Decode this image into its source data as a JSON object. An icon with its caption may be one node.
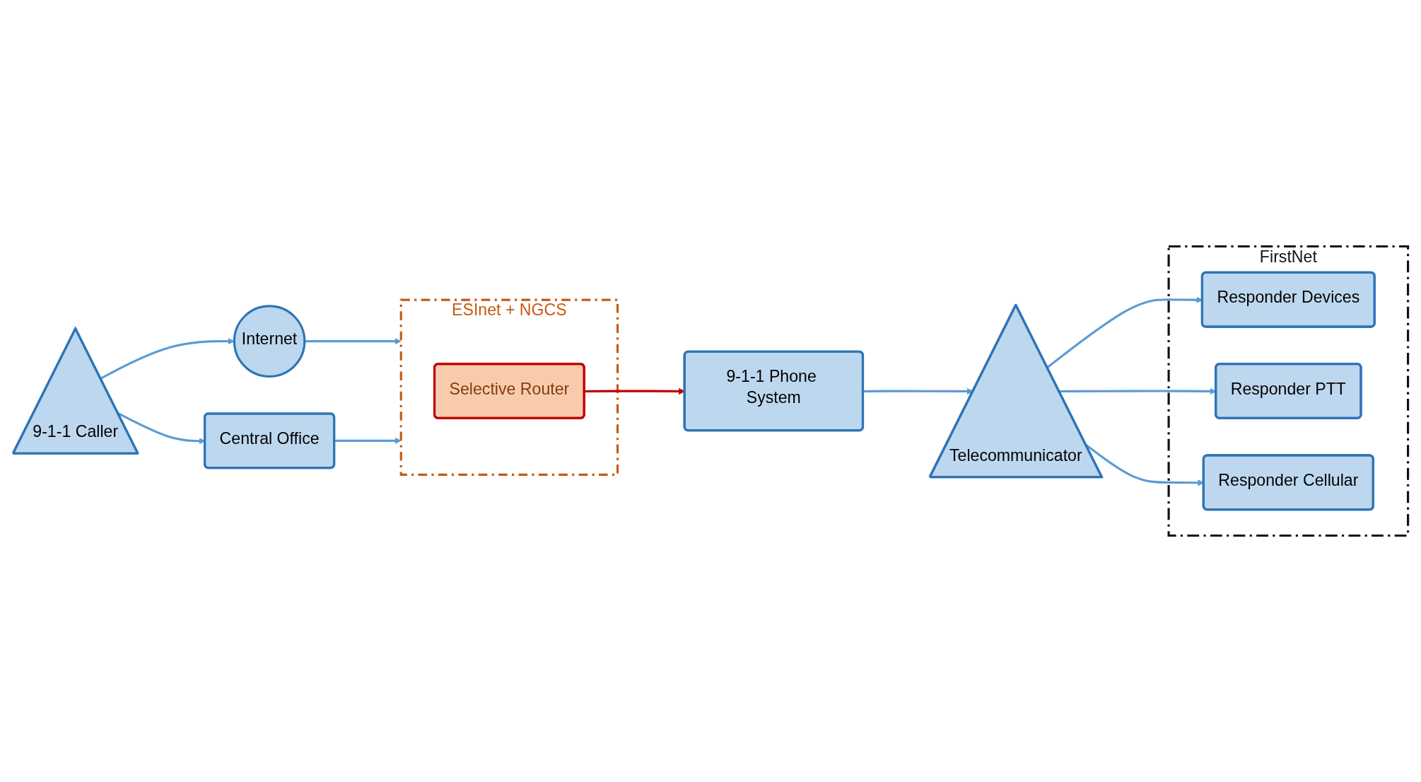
{
  "diagram": {
    "nodes": [
      {
        "text": [
          "9-1-1 Caller"
        ]
      },
      {
        "text": [
          "Internet"
        ]
      },
      {
        "text": [
          "Central Office"
        ]
      },
      {
        "text": [
          "ESInet + NGCS"
        ]
      },
      {
        "text": [
          "Selective Router"
        ],
        "in": 3
      },
      {
        "text": [
          "9-1-1 Phone System"
        ]
      },
      {
        "text": [
          "Telecommunicator"
        ]
      },
      {
        "text": [
          "FirstNet"
        ]
      },
      {
        "text": [
          "Responder Devices"
        ],
        "in": 7
      },
      {
        "text": [
          "Responder PTT"
        ],
        "in": 7
      },
      {
        "text": [
          "Responder Cellular"
        ],
        "in": 7
      }
    ],
    "edges": [
      {
        "from": 0,
        "to": 1,
        "arrow": "to"
      },
      {
        "from": 0,
        "to": 2,
        "arrow": "to"
      },
      {
        "from": 1,
        "to": 3,
        "arrow": "to"
      },
      {
        "from": 2,
        "to": 3,
        "arrow": "to"
      },
      {
        "from": 4,
        "to": 5,
        "arrow": "to",
        "color": "#c00000"
      },
      {
        "from": 5,
        "to": 6,
        "arrow": "to"
      },
      {
        "from": 6,
        "to": 8,
        "arrow": "to"
      },
      {
        "from": 6,
        "to": 9,
        "arrow": "to"
      },
      {
        "from": 6,
        "to": 10,
        "arrow": "to"
      }
    ]
  }
}
